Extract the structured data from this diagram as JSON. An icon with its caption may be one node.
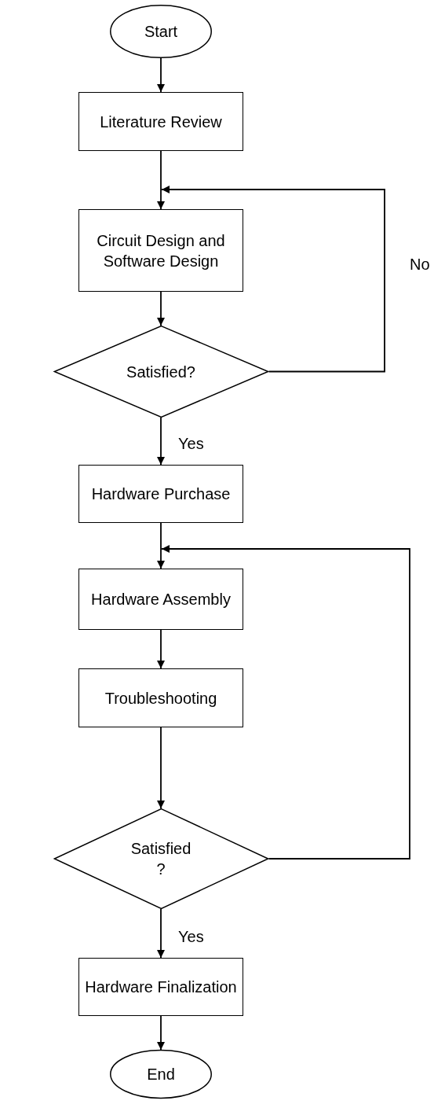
{
  "diagram": {
    "nodes": [
      {
        "text": [
          "Start"
        ]
      },
      {
        "text": [
          "Literature Review"
        ]
      },
      {
        "text": [
          "Circuit Design and Software Design"
        ]
      },
      {
        "text": [
          "Satisfied?"
        ]
      },
      {
        "text": [
          "Hardware Purchase"
        ]
      },
      {
        "text": [
          "Hardware Assembly"
        ]
      },
      {
        "text": [
          "Troubleshooting"
        ]
      },
      {
        "text": [
          "Satisfied ?"
        ]
      },
      {
        "text": [
          "Hardware Finalization"
        ]
      },
      {
        "text": [
          "End"
        ]
      }
    ],
    "edges": [
      {
        "from": 0,
        "to": 1,
        "arrow": "to"
      },
      {
        "from": 1,
        "to": 2,
        "arrow": "to"
      },
      {
        "from": 2,
        "to": 3,
        "arrow": "to"
      },
      {
        "from": 3,
        "to": 2,
        "arrow": "to",
        "label": "No"
      },
      {
        "from": 3,
        "to": 4,
        "arrow": "to",
        "label": "Yes"
      },
      {
        "from": 4,
        "to": 5,
        "arrow": "to"
      },
      {
        "from": 5,
        "to": 6,
        "arrow": "to"
      },
      {
        "from": 6,
        "to": 7,
        "arrow": "to"
      },
      {
        "from": 7,
        "to": 5,
        "arrow": "to"
      },
      {
        "from": 7,
        "to": 8,
        "arrow": "to",
        "label": "Yes"
      },
      {
        "from": 8,
        "to": 9,
        "arrow": "to"
      }
    ]
  }
}
